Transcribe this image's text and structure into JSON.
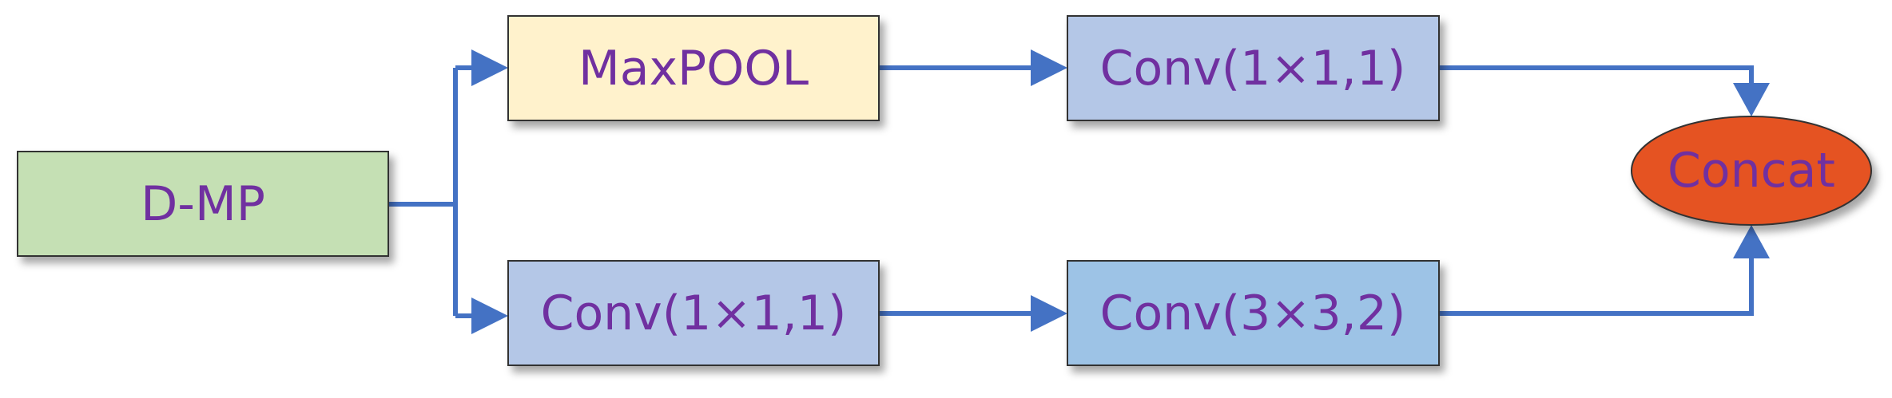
{
  "colors": {
    "arrow": "#4472c4",
    "text": "#7030a0",
    "border": "#333333",
    "dmp_fill": "#c5e0b4",
    "maxpool_fill": "#fff2cc",
    "conv_fill": "#b4c7e7",
    "conv3x3_fill": "#9dc3e6",
    "concat_fill": "#e55324"
  },
  "nodes": {
    "dmp": {
      "label": "D-MP"
    },
    "maxpool": {
      "label": "MaxPOOL"
    },
    "conv_top": {
      "label": "Conv(1×1,1)"
    },
    "conv_bottom_left": {
      "label": "Conv(1×1,1)"
    },
    "conv_bottom_right": {
      "label": "Conv(3×3,2)"
    },
    "concat": {
      "label": "Concat"
    }
  },
  "edges": [
    {
      "from": "dmp",
      "to": "maxpool"
    },
    {
      "from": "dmp",
      "to": "conv_bottom_left"
    },
    {
      "from": "maxpool",
      "to": "conv_top"
    },
    {
      "from": "conv_bottom_left",
      "to": "conv_bottom_right"
    },
    {
      "from": "conv_top",
      "to": "concat"
    },
    {
      "from": "conv_bottom_right",
      "to": "concat"
    }
  ]
}
